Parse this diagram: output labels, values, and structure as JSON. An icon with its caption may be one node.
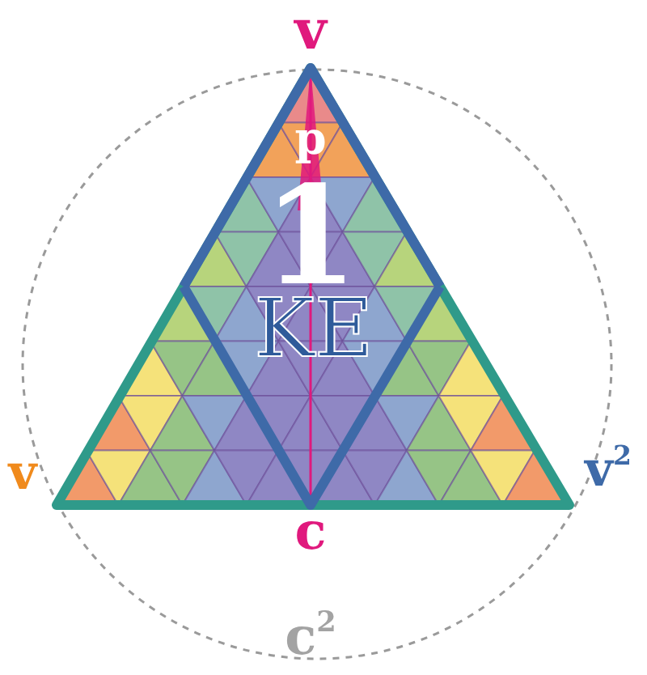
{
  "diagram": {
    "labels": [
      "v",
      "p",
      "1",
      "KE",
      "v",
      "v$^{2}$",
      "c",
      "c$^{2}$"
    ]
  }
}
